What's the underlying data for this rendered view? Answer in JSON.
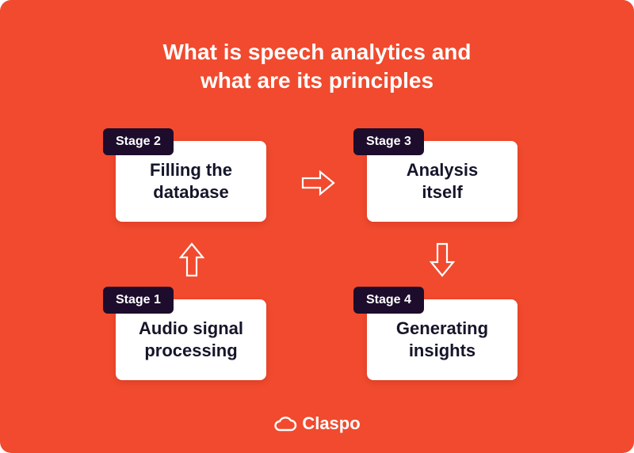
{
  "title": {
    "line1": "What is speech analytics and",
    "line2": "what are its principles"
  },
  "stages": {
    "stage1": {
      "badge": "Stage 1",
      "line1": "Audio signal",
      "line2": "processing"
    },
    "stage2": {
      "badge": "Stage 2",
      "line1": "Filling the",
      "line2": "database"
    },
    "stage3": {
      "badge": "Stage 3",
      "line1": "Analysis",
      "line2": "itself"
    },
    "stage4": {
      "badge": "Stage 4",
      "line1": "Generating",
      "line2": "insights"
    }
  },
  "brand": {
    "name": "Claspo",
    "icon": "cloud-icon"
  },
  "colors": {
    "background": "#f14a2e",
    "card": "#ffffff",
    "badge": "#1d0c2c",
    "text": "#15152a"
  }
}
